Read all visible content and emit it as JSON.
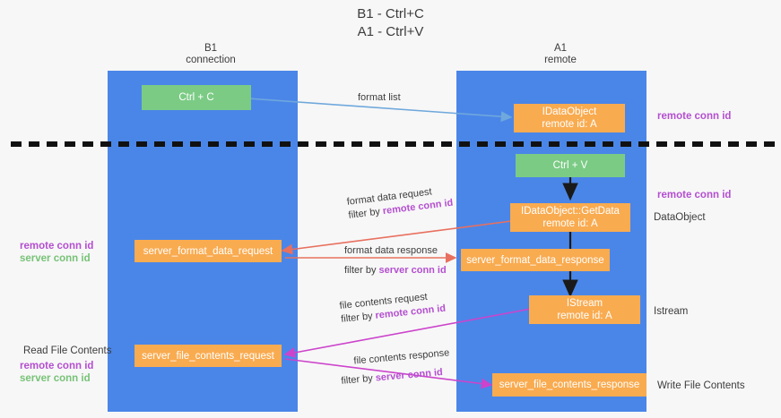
{
  "title": {
    "line1": "B1 - Ctrl+C",
    "line2": "A1 - Ctrl+V"
  },
  "columns": [
    {
      "name": "B1",
      "sub": "connection"
    },
    {
      "name": "A1",
      "sub": "remote"
    }
  ],
  "nodes": {
    "ctrl_c": {
      "label": "Ctrl + C"
    },
    "idataobject_top": {
      "label": "IDataObject",
      "sub": "remote id: A"
    },
    "ctrl_v": {
      "label": "Ctrl + V"
    },
    "getdata": {
      "label": "IDataObject::GetData",
      "sub": "remote id: A"
    },
    "server_format_data_request": {
      "label": "server_format_data_request"
    },
    "server_format_data_response": {
      "label": "server_format_data_response"
    },
    "istream": {
      "label": "IStream",
      "sub": "remote id: A"
    },
    "server_file_contents_request": {
      "label": "server_file_contents_request"
    },
    "server_file_contents_response": {
      "label": "server_file_contents_response"
    }
  },
  "edges": {
    "format_list": {
      "text": "format list"
    },
    "format_data_request": {
      "line1": "format data request",
      "prefix": "filter by ",
      "key": "remote conn id"
    },
    "format_data_response": {
      "line1": "format data response",
      "prefix": "filter by ",
      "key": "server conn id"
    },
    "file_contents_request": {
      "line1": "file contents request",
      "prefix": "filter by ",
      "key": "remote conn id"
    },
    "file_contents_response": {
      "line1": "file contents response",
      "prefix": "filter by ",
      "key": "server conn id"
    }
  },
  "annotations": {
    "right_remote_conn_id_top": "remote conn id",
    "right_remote_conn_id_mid": "remote conn id",
    "right_dataobject": "DataObject",
    "right_istream": "Istream",
    "right_write_file_contents": "Write File Contents",
    "left_remote_conn_id": "remote conn id",
    "left_server_conn_id": "server conn id",
    "left_read_file_contents": "Read File Contents",
    "left_remote_conn_id_2": "remote conn id",
    "left_server_conn_id_2": "server conn id"
  },
  "colors": {
    "lane": "#4a86e8",
    "green_node": "#7bcb85",
    "orange_node": "#f9ab50",
    "purple_text": "#b44fd0",
    "green_text": "#77c277",
    "red_arrow": "#e8705f",
    "blue_arrow": "#6fa8dc",
    "magenta_arrow": "#cc44cc",
    "divider": "#111111"
  }
}
